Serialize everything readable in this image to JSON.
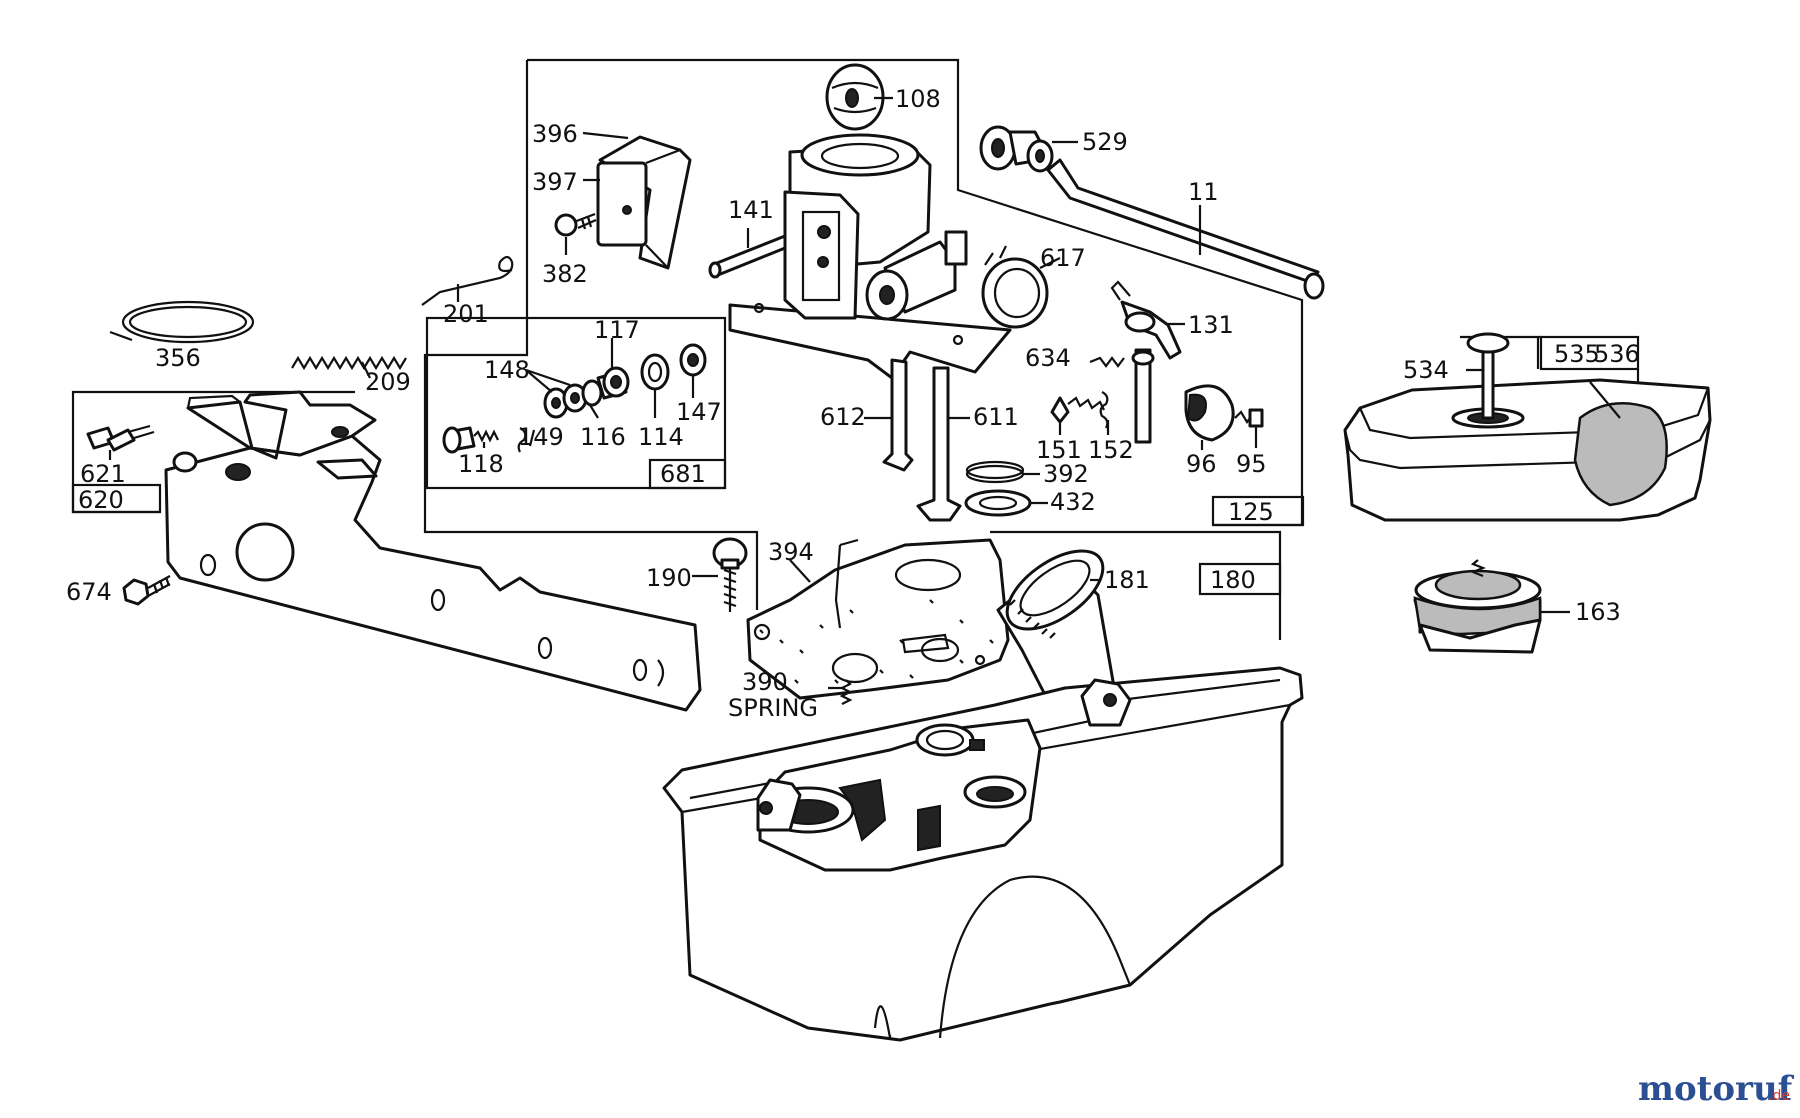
{
  "diagram": {
    "part_labels": [
      "108",
      "396",
      "397",
      "382",
      "141",
      "529",
      "11",
      "617",
      "201",
      "356",
      "209",
      "131",
      "534",
      "535",
      "536",
      "634",
      "117",
      "148",
      "147",
      "114",
      "116",
      "149",
      "118",
      "681",
      "612",
      "611",
      "151",
      "152",
      "96",
      "95",
      "621",
      "620",
      "392",
      "432",
      "125",
      "394",
      "190",
      "181",
      "180",
      "163",
      "674",
      "390",
      "SPRING"
    ]
  },
  "watermark": {
    "brand": "motoruf",
    "tld": ".de"
  }
}
